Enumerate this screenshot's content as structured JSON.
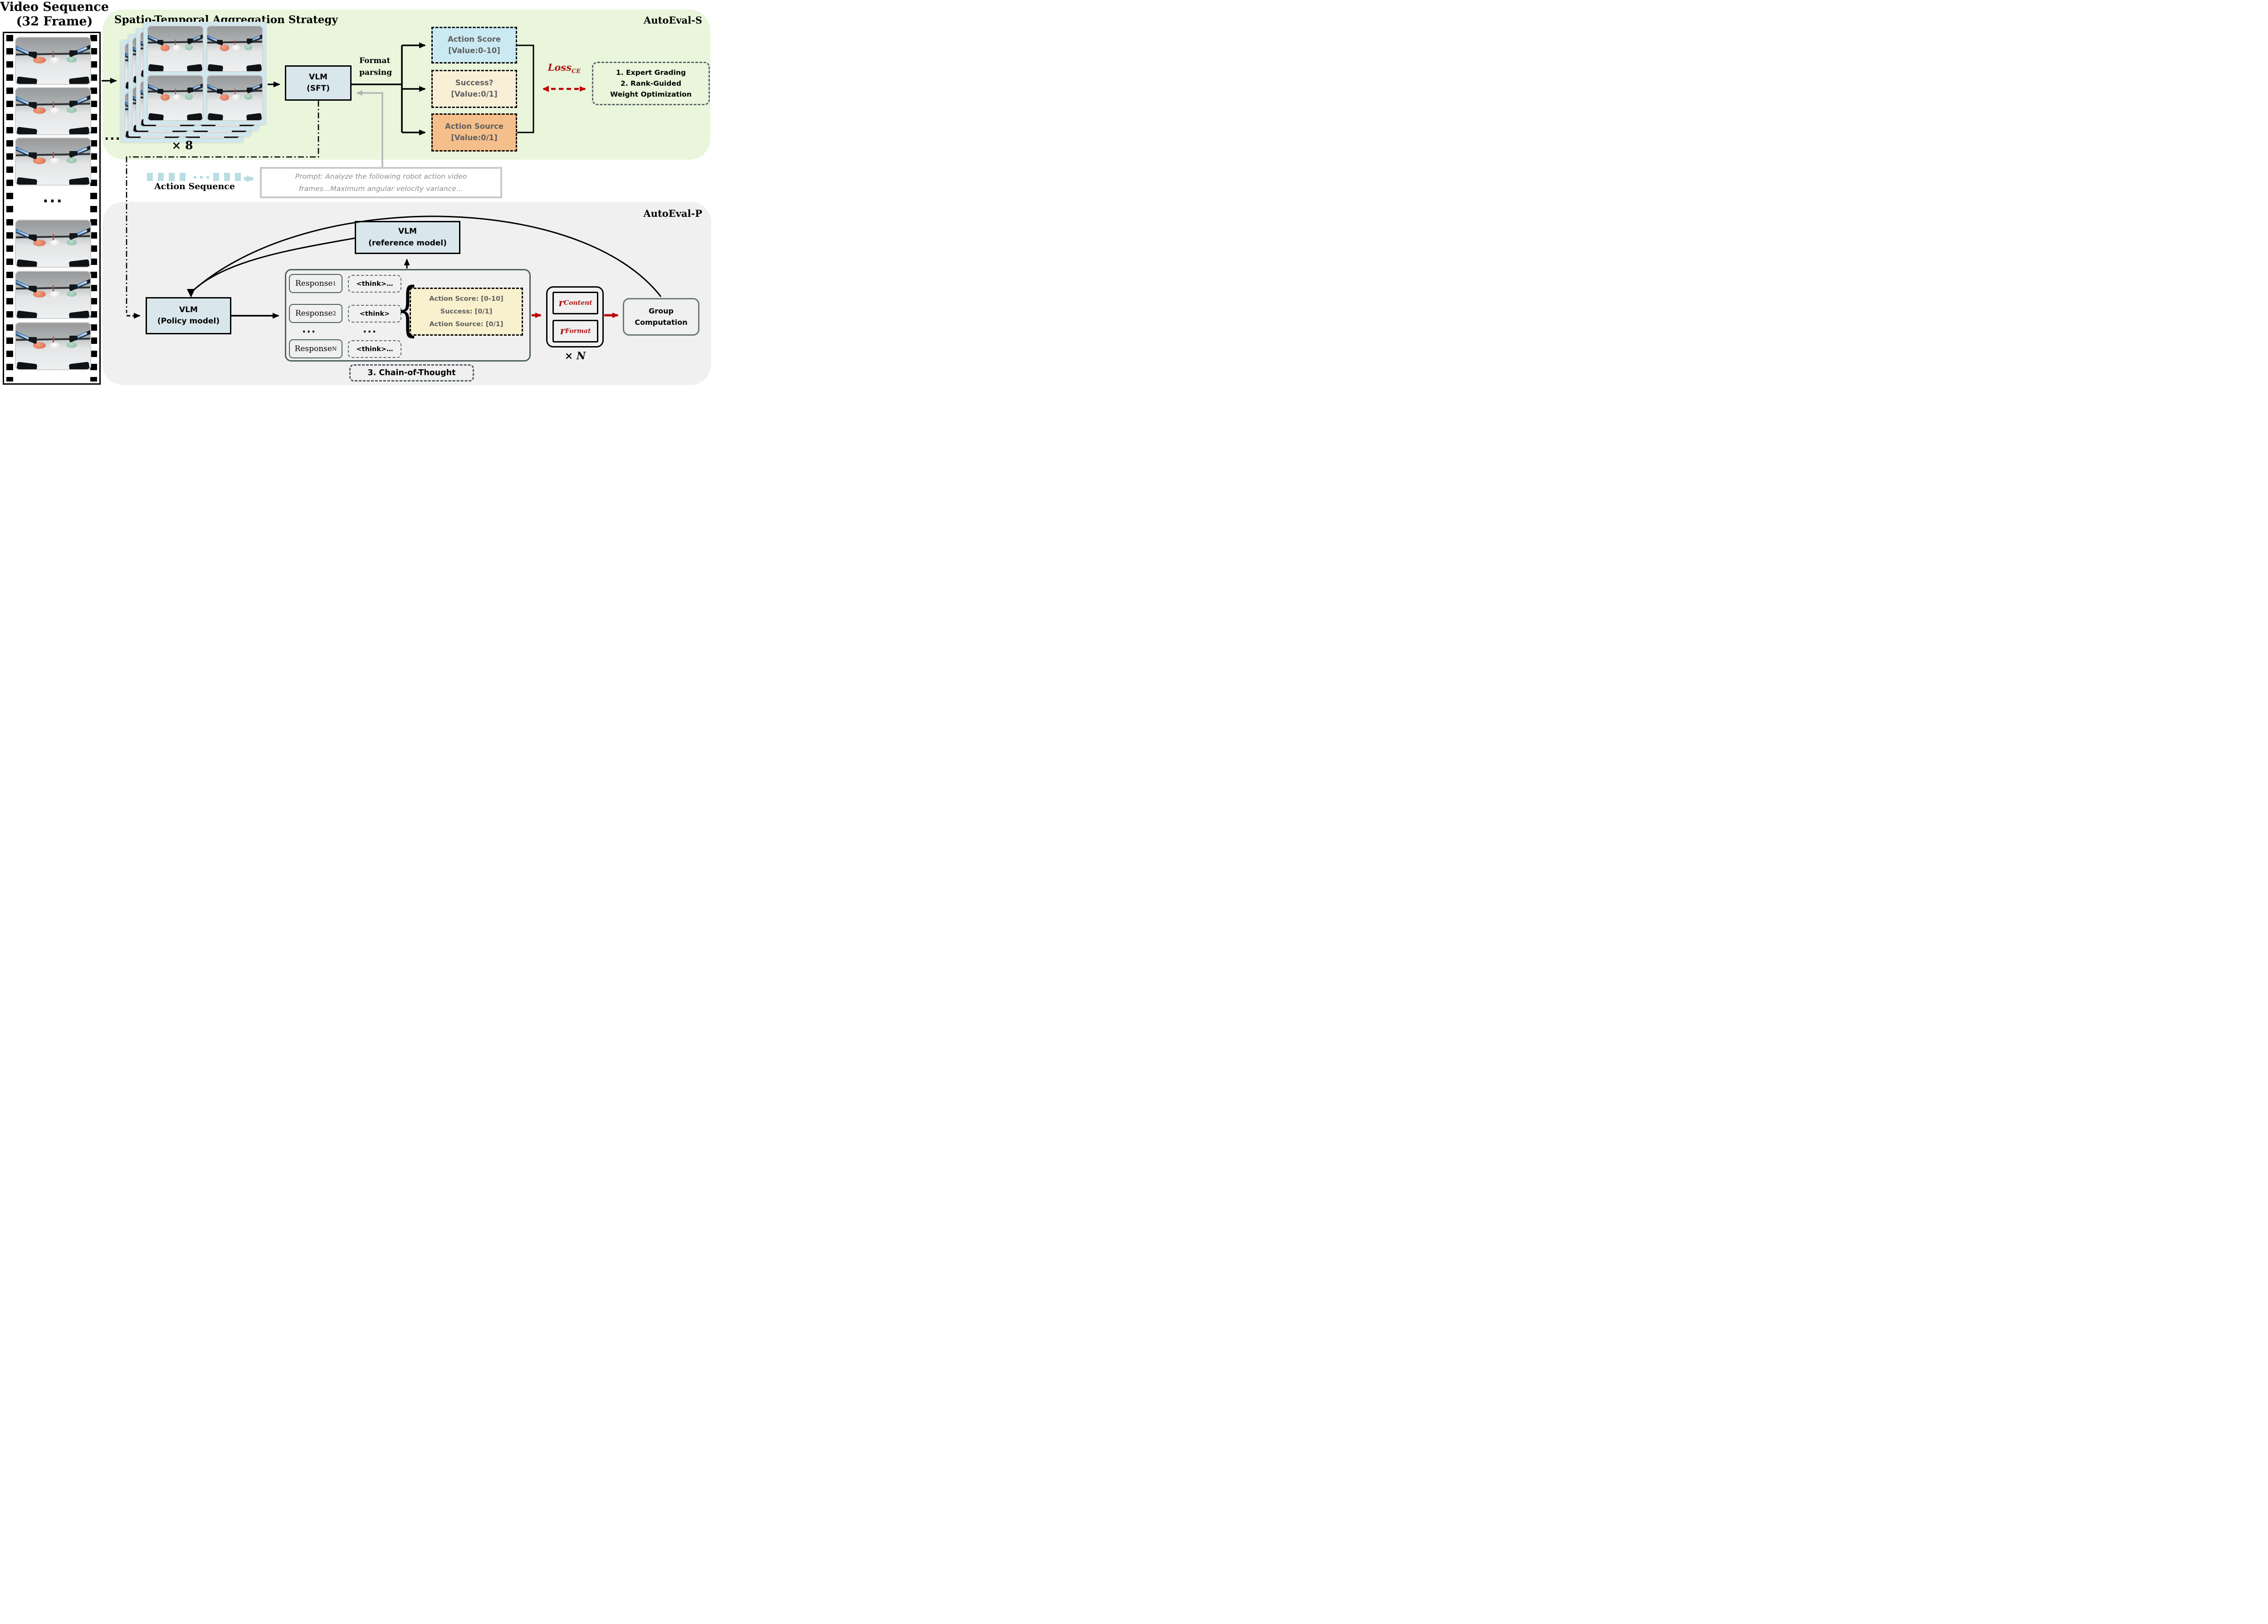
{
  "colors": {
    "panel_autoeval_s": "#e9f6dc",
    "panel_autoeval_p": "#f0f0f1",
    "vlm_box": "#d9e7ec",
    "frame_card": "#cfe8ee",
    "action_score_box": "#cbe9f2",
    "success_box": "#f9efd7",
    "action_source_box": "#f5bf8b",
    "cot_output_box": "#f9f0cd",
    "accent_red": "#c00000",
    "loss_red": "#b01818",
    "slate_border": "#4e5d5d"
  },
  "film": {
    "title_line1": "Video Sequence",
    "title_line2": "(32 Frame)",
    "ellipsis": "..."
  },
  "autoeval_s": {
    "panel_label": "AutoEval-S",
    "title": "Spatio-Temporal Aggregation Strategy",
    "stack_ellipsis": "...",
    "stack_times": "×",
    "stack_count": "8",
    "vlm_sft_line1": "VLM",
    "vlm_sft_line2": "(SFT)",
    "format_line1": "Format",
    "format_line2": "parsing",
    "outputs": [
      {
        "line1": "Action Score",
        "line2": "[Value:0-10]"
      },
      {
        "line1": "Success?",
        "line2": "[Value:0/1]"
      },
      {
        "line1": "Action Source",
        "line2": "[Value:0/1]"
      }
    ],
    "loss_base": "Loss",
    "loss_sub": "CE",
    "expert_line1": "1. Expert Grading",
    "expert_line2": "2. Rank-Guided",
    "expert_line3": "Weight Optimization"
  },
  "band": {
    "action_sequence_label": "Action Sequence",
    "prompt_line1": "Prompt: Analyze the following robot action video",
    "prompt_line2": "frames…Maximum angular velocity variance…"
  },
  "autoeval_p": {
    "panel_label": "AutoEval-P",
    "vlm_ref_line1": "VLM",
    "vlm_ref_line2": "(reference model)",
    "vlm_policy_line1": "VLM",
    "vlm_policy_line2": "(Policy model)",
    "responses": [
      {
        "base": "Response",
        "sub": "1",
        "think": "<think>…"
      },
      {
        "base": "Response",
        "sub": "2",
        "think": "<think>"
      },
      {
        "base": "Response",
        "sub": "N",
        "think": "<think>…"
      }
    ],
    "responses_ellipsis": "...",
    "think_ellipsis": "...",
    "brace": "{",
    "cot_line1": "Action Score: [0-10]",
    "cot_line2": "Success: [0/1]",
    "cot_line3": "Action Source: [0/1]",
    "reward_content_base": "r",
    "reward_content_sub": "Content",
    "reward_format_base": "r",
    "reward_format_sub": "Format",
    "reward_times": "×",
    "reward_count": "N",
    "group_line1": "Group",
    "group_line2": "Computation",
    "cot_label": "3. Chain-of-Thought"
  }
}
